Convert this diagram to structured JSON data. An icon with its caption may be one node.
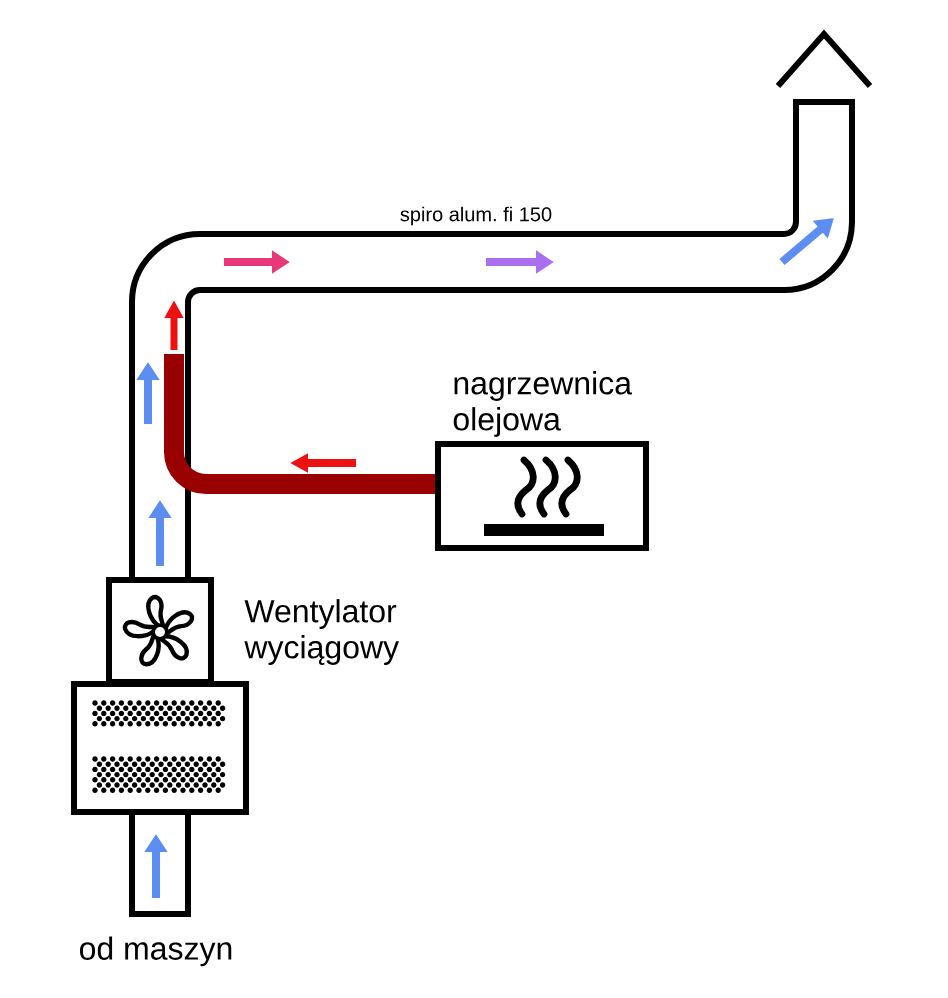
{
  "diagram": {
    "nodes": [
      {
        "text": [
          "od maszyn"
        ]
      },
      {
        "text": [],
        "shape": "box"
      },
      {
        "text": [
          "Wentylator wyciągowy"
        ]
      },
      {
        "text": [
          "nagrzewnica olejowa"
        ]
      },
      {
        "text": [],
        "shape": "chimney"
      }
    ],
    "edges": [
      {
        "from": 0,
        "to": 1,
        "arrow": "none"
      },
      {
        "from": 2,
        "to": 4,
        "arrow": "none",
        "label": "spiro alum. fi 150"
      },
      {
        "from": 3,
        "to": null,
        "arrow": "to",
        "style": "thick",
        "color": "#990000"
      }
    ]
  }
}
